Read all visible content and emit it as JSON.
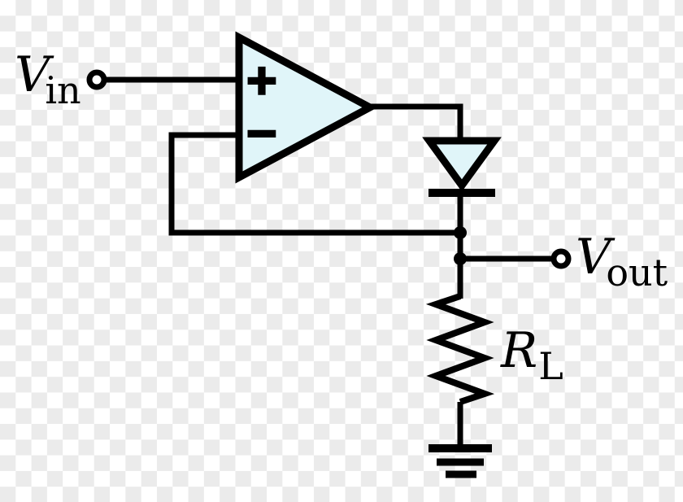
{
  "schematic": {
    "description": "op-amp precision rectifier circuit diagram on transparency checkerboard",
    "colors": {
      "line": "#000000",
      "component_fill": "#e0f5f9",
      "terminal_fill": "#ffffff",
      "checker_light": "#ffffff",
      "checker_dark": "#ebebeb"
    },
    "labels": {
      "input": {
        "base": "V",
        "sub": "in"
      },
      "output": {
        "base": "V",
        "sub": "out"
      },
      "load": {
        "base": "R",
        "sub": "L"
      },
      "opamp": {
        "noninverting": "+",
        "inverting": "−"
      }
    },
    "components": {
      "opamp": "operational amplifier",
      "diode": "diode",
      "load_resistor": "load resistor",
      "ground": "ground",
      "input_terminal": "input terminal",
      "output_terminal": "output terminal"
    }
  }
}
